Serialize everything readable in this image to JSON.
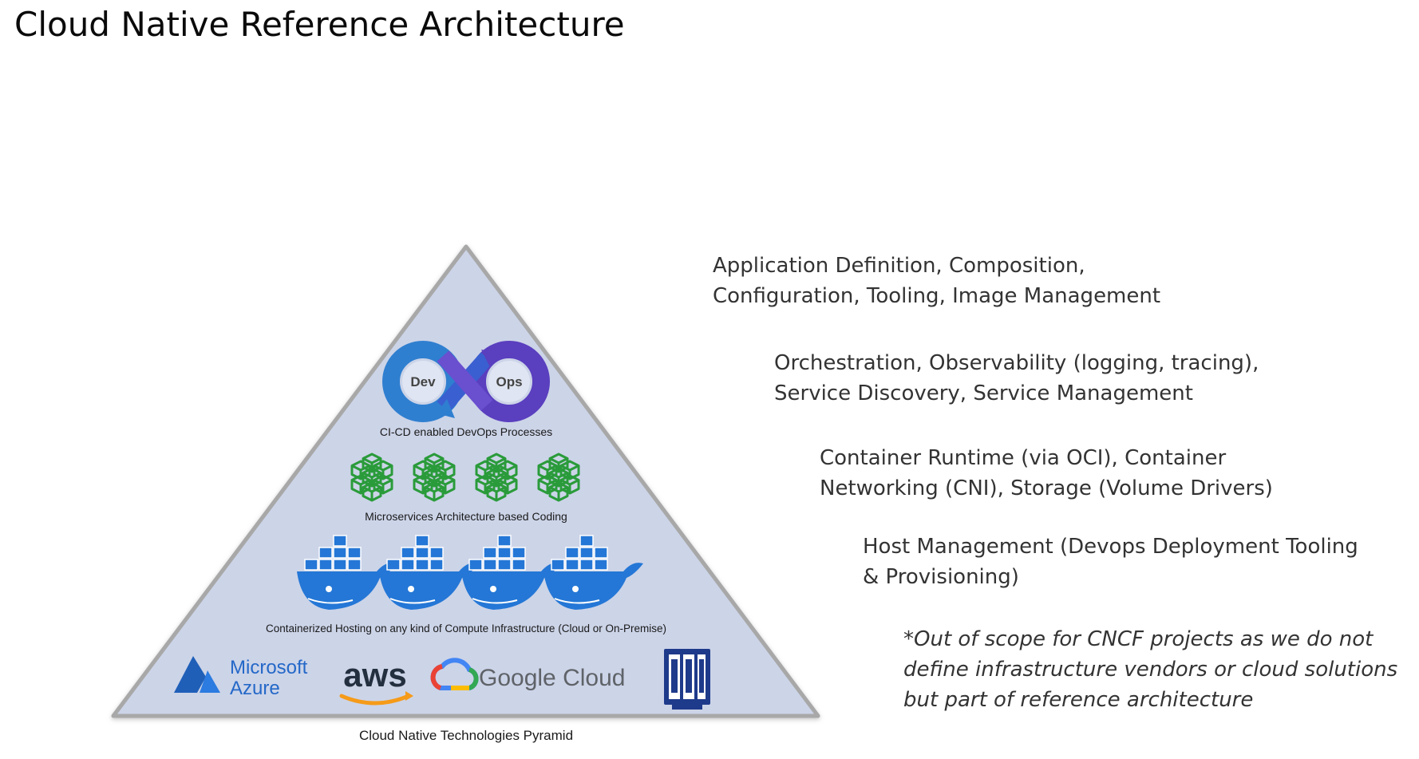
{
  "title": "Cloud Native Reference Architecture",
  "pyramid": {
    "caption": "Cloud Native Technologies Pyramid",
    "devops": {
      "dev_label": "Dev",
      "ops_label": "Ops",
      "caption": "CI-CD enabled DevOps Processes"
    },
    "microservices": {
      "caption": "Microservices Architecture based Coding",
      "count": 4,
      "color": "#2a9b3a"
    },
    "containers": {
      "caption": "Containerized Hosting on any kind of Compute Infrastructure (Cloud or On-Premise)",
      "count": 4,
      "color": "#2477d6"
    },
    "providers": {
      "azure": {
        "line1": "Microsoft",
        "line2": "Azure"
      },
      "aws": "aws",
      "google": "Google Cloud",
      "onprem_icon": "server-rack-icon"
    },
    "fill_color": "#ccd4e8",
    "border_color": "#a8a8a8"
  },
  "layers": [
    {
      "line1": "Application Definition, Composition,",
      "line2": "Configuration, Tooling, Image Management"
    },
    {
      "line1": "Orchestration, Observability (logging, tracing),",
      "line2": "Service Discovery, Service Management"
    },
    {
      "line1": "Container Runtime (via OCI), Container",
      "line2": "Networking (CNI), Storage (Volume Drivers)"
    },
    {
      "line1": "Host Management (Devops Deployment Tooling",
      "line2": "& Provisioning)"
    },
    {
      "line1": "*Out of scope for CNCF projects as we do not",
      "line2": "define infrastructure vendors or cloud solutions",
      "line3": "but part of reference architecture"
    }
  ]
}
